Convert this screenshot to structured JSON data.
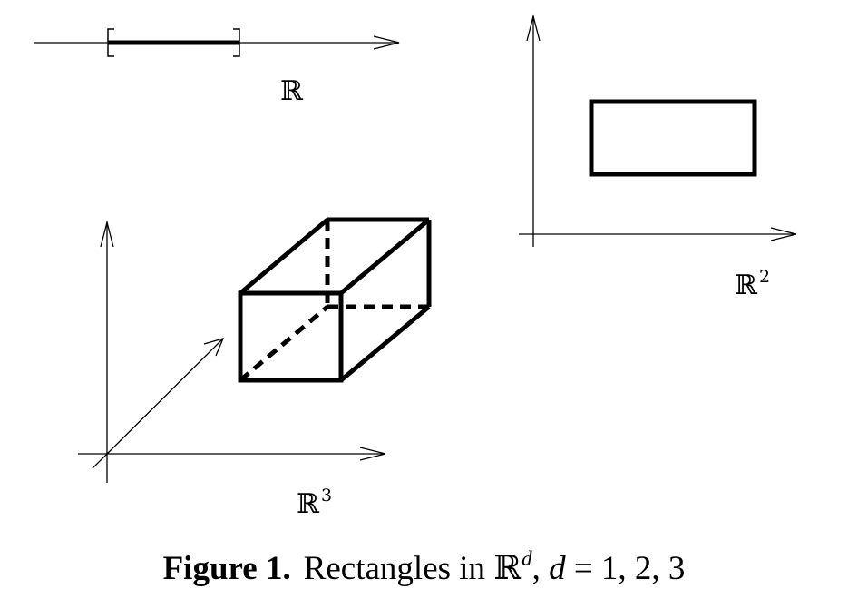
{
  "labels": {
    "r1": {
      "base": "ℝ",
      "exp": ""
    },
    "r2": {
      "base": "ℝ",
      "exp": "2"
    },
    "r3": {
      "base": "ℝ",
      "exp": "3"
    }
  },
  "caption": {
    "figure": "Figure 1.",
    "text": "Rectangles in",
    "space": "ℝ",
    "space_exp": "d",
    "comma": ",",
    "var": "d",
    "equals": " = 1, 2, 3"
  }
}
